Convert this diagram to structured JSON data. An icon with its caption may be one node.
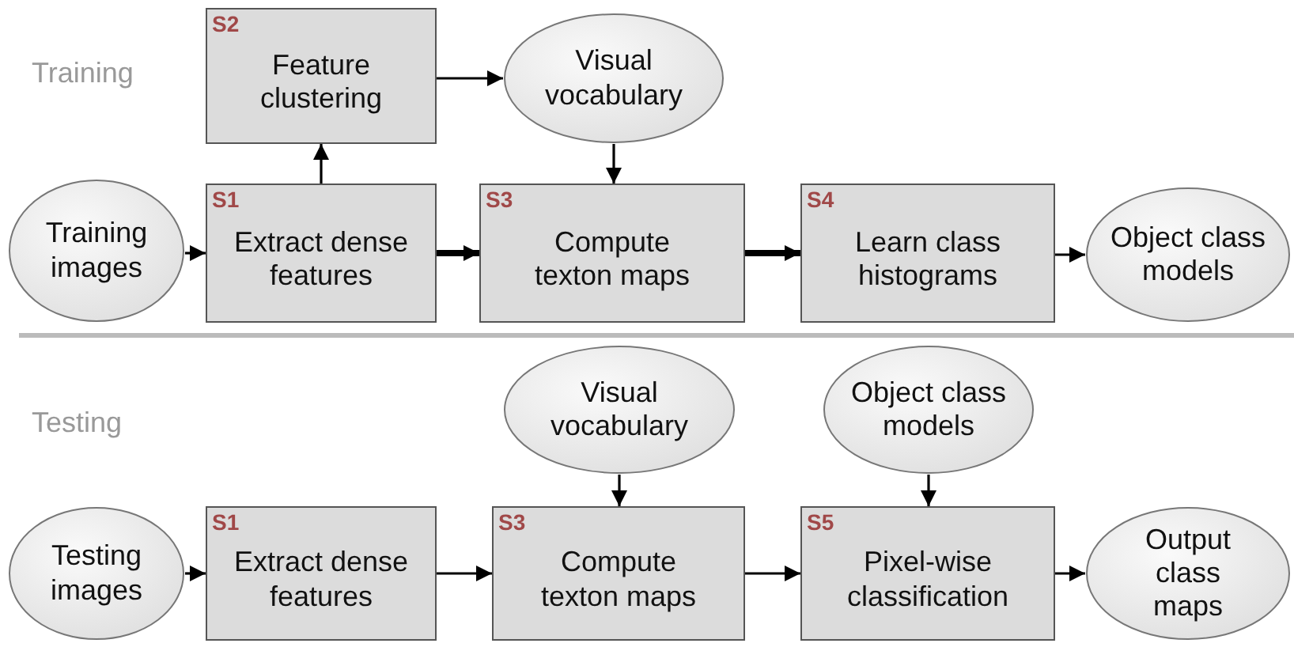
{
  "diagram": {
    "nodes": [
      {
        "text": [
          "S2",
          "Feature clustering"
        ]
      },
      {
        "text": [
          "Visual vocabulary"
        ]
      },
      {
        "text": [
          "Training images"
        ]
      },
      {
        "text": [
          "S1",
          "Extract dense features"
        ]
      },
      {
        "text": [
          "S3",
          "Compute texton maps"
        ]
      },
      {
        "text": [
          "S4",
          "Learn class histograms"
        ]
      },
      {
        "text": [
          "Object class models"
        ]
      },
      {
        "text": [
          "Visual vocabulary"
        ]
      },
      {
        "text": [
          "Object class models"
        ]
      },
      {
        "text": [
          "Testing images"
        ]
      },
      {
        "text": [
          "S1",
          "Extract dense features"
        ]
      },
      {
        "text": [
          "S3",
          "Compute texton maps"
        ]
      },
      {
        "text": [
          "S5",
          "Pixel-wise classification"
        ]
      },
      {
        "text": [
          "Output class maps"
        ]
      }
    ],
    "edges": [
      {
        "from": 2,
        "to": 3,
        "arrow": "to"
      },
      {
        "from": 3,
        "to": 0,
        "arrow": "to"
      },
      {
        "from": 0,
        "to": 1,
        "arrow": "to"
      },
      {
        "from": 1,
        "to": 4,
        "arrow": "to"
      },
      {
        "from": 3,
        "to": 4,
        "arrow": "to",
        "style": "thick"
      },
      {
        "from": 4,
        "to": 5,
        "arrow": "to",
        "style": "thick"
      },
      {
        "from": 5,
        "to": 6,
        "arrow": "to"
      },
      {
        "from": 9,
        "to": 10,
        "arrow": "to"
      },
      {
        "from": 7,
        "to": 11,
        "arrow": "to"
      },
      {
        "from": 8,
        "to": 12,
        "arrow": "to"
      },
      {
        "from": 10,
        "to": 11,
        "arrow": "to"
      },
      {
        "from": 11,
        "to": 12,
        "arrow": "to"
      },
      {
        "from": 12,
        "to": 13,
        "arrow": "to"
      }
    ],
    "labels": [
      "Training",
      "Testing"
    ]
  }
}
